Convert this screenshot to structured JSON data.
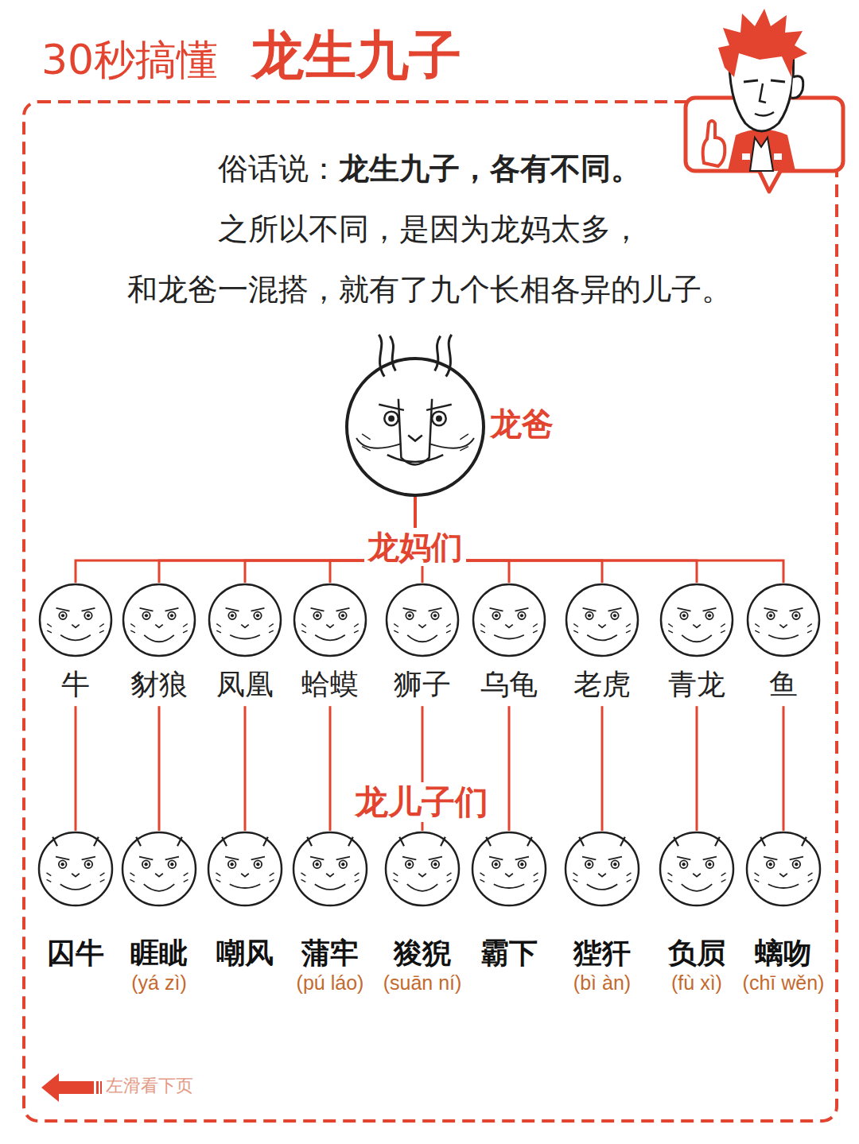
{
  "diagram": {
    "title": "龙生九子",
    "nodes": [
      {
        "text": [
          "龙爸"
        ]
      },
      {
        "text": [
          "牛"
        ]
      },
      {
        "text": [
          "豺狼"
        ]
      },
      {
        "text": [
          "凤凰"
        ]
      },
      {
        "text": [
          "蛤蟆"
        ]
      },
      {
        "text": [
          "狮子"
        ]
      },
      {
        "text": [
          "乌龟"
        ]
      },
      {
        "text": [
          "老虎"
        ]
      },
      {
        "text": [
          "青龙"
        ]
      },
      {
        "text": [
          "鱼"
        ]
      },
      {
        "text": [
          "囚牛"
        ]
      },
      {
        "text": [
          "睚眦",
          "(yá zì)"
        ]
      },
      {
        "text": [
          "嘲风"
        ]
      },
      {
        "text": [
          "蒲牢",
          "(pú láo)"
        ]
      },
      {
        "text": [
          "狻猊",
          "(suān ní)"
        ]
      },
      {
        "text": [
          "霸下"
        ]
      },
      {
        "text": [
          "狴犴",
          "(bì àn)"
        ]
      },
      {
        "text": [
          "负屃",
          "(fù xì)"
        ]
      },
      {
        "text": [
          "螭吻",
          "(chī wěn)"
        ]
      }
    ],
    "edges": [
      {
        "from": 0,
        "to": 1,
        "arrow": "none"
      },
      {
        "from": 0,
        "to": 2,
        "arrow": "none"
      },
      {
        "from": 0,
        "to": 3,
        "arrow": "none"
      },
      {
        "from": 0,
        "to": 4,
        "arrow": "none"
      },
      {
        "from": 0,
        "to": 5,
        "arrow": "none"
      },
      {
        "from": 0,
        "to": 6,
        "arrow": "none"
      },
      {
        "from": 0,
        "to": 7,
        "arrow": "none"
      },
      {
        "from": 0,
        "to": 8,
        "arrow": "none"
      },
      {
        "from": 0,
        "to": 9,
        "arrow": "none"
      },
      {
        "from": 1,
        "to": 10,
        "arrow": "none"
      },
      {
        "from": 2,
        "to": 11,
        "arrow": "none"
      },
      {
        "from": 3,
        "to": 12,
        "arrow": "none"
      },
      {
        "from": 4,
        "to": 13,
        "arrow": "none"
      },
      {
        "from": 5,
        "to": 14,
        "arrow": "none"
      },
      {
        "from": 6,
        "to": 15,
        "arrow": "none"
      },
      {
        "from": 7,
        "to": 16,
        "arrow": "none"
      },
      {
        "from": 8,
        "to": 17,
        "arrow": "none"
      },
      {
        "from": 9,
        "to": 18,
        "arrow": "none"
      }
    ],
    "labels": [
      "30秒搞懂",
      "俗话说：",
      "龙生九子，各有不同。",
      "之所以不同，是因为龙妈太多，",
      "和龙爸一混搭，就有了九个长相各异的儿子。",
      "龙妈们",
      "龙儿子们",
      "左滑看下页"
    ]
  }
}
